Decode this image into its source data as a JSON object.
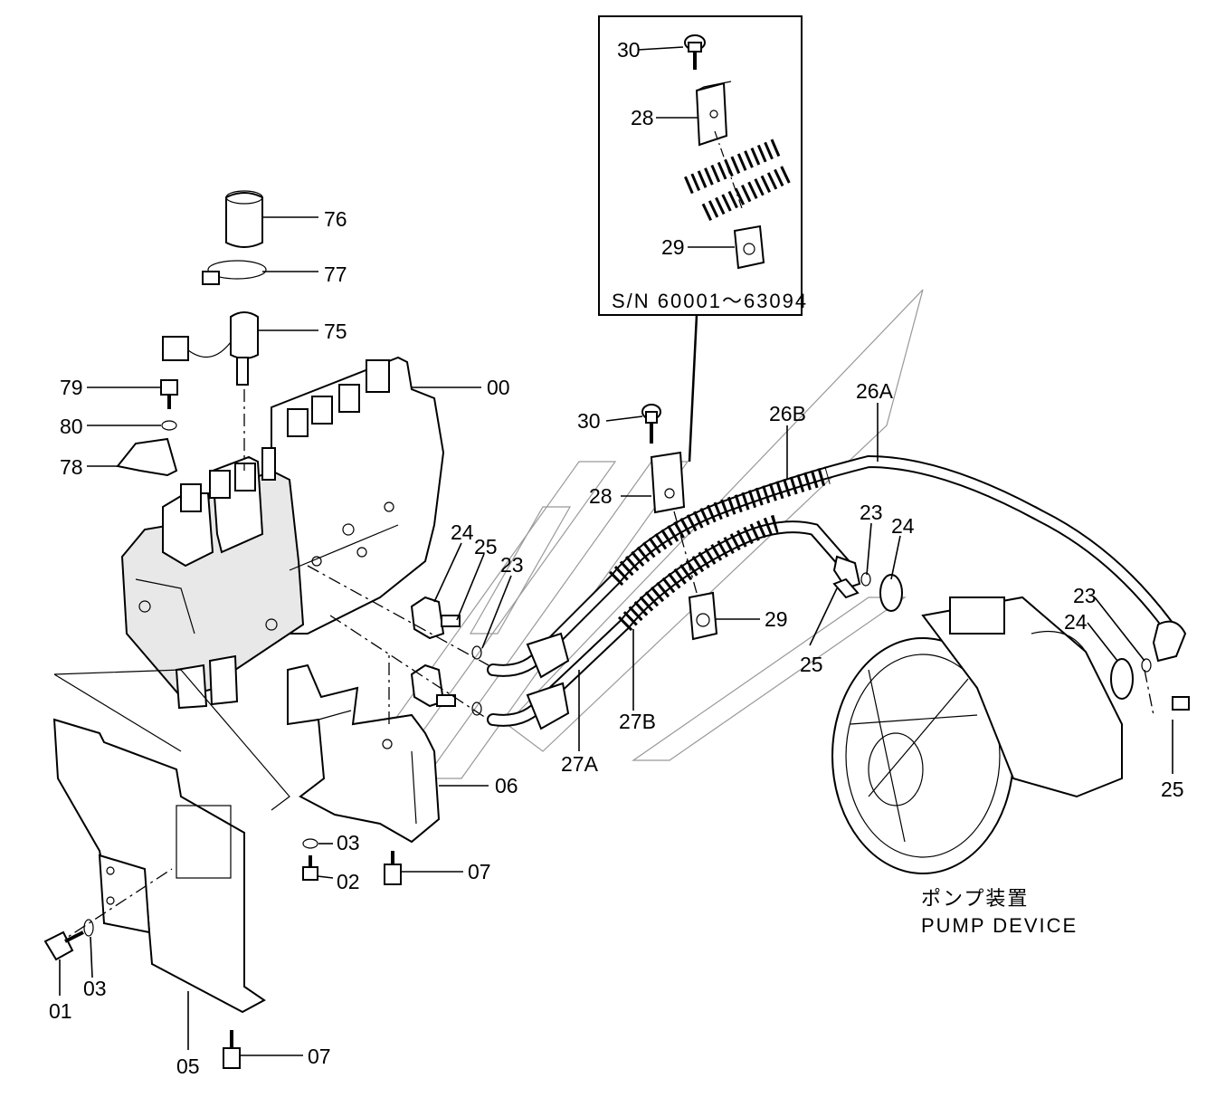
{
  "serial_box": {
    "text": "S/N  60001～63094"
  },
  "device_caption": {
    "japanese": "ポンプ装置",
    "english": "PUMP  DEVICE"
  },
  "callouts": [
    {
      "id": "30-top",
      "text": "30"
    },
    {
      "id": "28-top",
      "text": "28"
    },
    {
      "id": "29-top",
      "text": "29"
    },
    {
      "id": "76",
      "text": "76"
    },
    {
      "id": "77",
      "text": "77"
    },
    {
      "id": "75",
      "text": "75"
    },
    {
      "id": "79",
      "text": "79"
    },
    {
      "id": "00",
      "text": "00"
    },
    {
      "id": "80",
      "text": "80"
    },
    {
      "id": "78",
      "text": "78"
    },
    {
      "id": "30-mid",
      "text": "30"
    },
    {
      "id": "26B",
      "text": "26B"
    },
    {
      "id": "26A",
      "text": "26A"
    },
    {
      "id": "28-mid",
      "text": "28"
    },
    {
      "id": "24-left",
      "text": "24"
    },
    {
      "id": "25-left",
      "text": "25"
    },
    {
      "id": "23-left",
      "text": "23"
    },
    {
      "id": "23-mid",
      "text": "23"
    },
    {
      "id": "24-mid",
      "text": "24"
    },
    {
      "id": "29-mid",
      "text": "29"
    },
    {
      "id": "25-mid",
      "text": "25"
    },
    {
      "id": "23-right",
      "text": "23"
    },
    {
      "id": "24-right",
      "text": "24"
    },
    {
      "id": "27B",
      "text": "27B"
    },
    {
      "id": "27A",
      "text": "27A"
    },
    {
      "id": "06",
      "text": "06"
    },
    {
      "id": "25-right",
      "text": "25"
    },
    {
      "id": "03-mid",
      "text": "03"
    },
    {
      "id": "07-mid",
      "text": "07"
    },
    {
      "id": "02",
      "text": "02"
    },
    {
      "id": "01",
      "text": "01"
    },
    {
      "id": "03-low",
      "text": "03"
    },
    {
      "id": "05",
      "text": "05"
    },
    {
      "id": "07-low",
      "text": "07"
    }
  ]
}
